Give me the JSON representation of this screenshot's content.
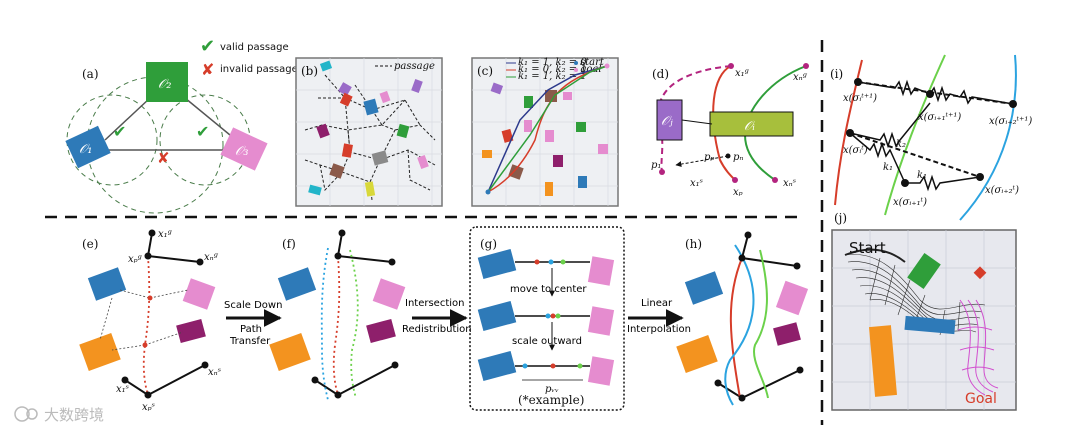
{
  "panels": {
    "a": {
      "label": "(a)",
      "o2": "𝒪₂",
      "o1": "𝒪₁",
      "o3": "𝒪₃",
      "legend_valid": "valid passage",
      "legend_invalid": "invalid passage"
    },
    "b": {
      "label": "(b)",
      "legend": "passage"
    },
    "c": {
      "label": "(c)",
      "legend": [
        "k₁ = 1, k₂ = 0",
        "k₁ = 0, k₂ = 1",
        "k₁ = 1, k₂ = 1",
        "start",
        "goal"
      ]
    },
    "d": {
      "label": "(d)",
      "o_left": "𝒪ⱼ",
      "o_right": "𝒪ᵢ",
      "x1g": "x₁ᵍ",
      "xng": "xₙᵍ",
      "x1s": "x₁ˢ",
      "xns": "xₙˢ",
      "pp": "pₚ",
      "pn": "pₙ",
      "p1": "p₁",
      "xp": "xₚ"
    },
    "e": {
      "label": "(e)",
      "x1g": "x₁ᵍ",
      "xpg": "xₚᵍ",
      "xng": "xₙᵍ",
      "x1s": "x₁ˢ",
      "xps": "xₚˢ",
      "xns": "xₙˢ"
    },
    "f": {
      "label": "(f)"
    },
    "g": {
      "label": "(g)",
      "move": "move to center",
      "scale": "scale outward",
      "pw": "pᵥᵥ",
      "example": "(*example)"
    },
    "h": {
      "label": "(h)"
    },
    "i": {
      "label": "(i)",
      "t1": "x(σᵢᵗ⁺¹)",
      "t2": "x(σᵢ₊₁ᵗ⁺¹)",
      "t3": "x(σᵢ₊₂ᵗ⁺¹)",
      "b1": "x(σᵢᵗ)",
      "b2": "x(σᵢ₊₁ᵗ)",
      "b3": "x(σᵢ₊₂ᵗ)",
      "k1": "k₁",
      "k2": "k₂"
    },
    "j": {
      "label": "(j)",
      "start": "Start",
      "goal": "Goal"
    }
  },
  "arrows": {
    "scale_down": [
      "Scale Down",
      "Path",
      "Transfer"
    ],
    "intersection": [
      "Intersection",
      "Redistribution"
    ],
    "linear": [
      "Linear",
      "Interpolation"
    ]
  },
  "watermark": "大数跨境",
  "colors": {
    "blue": "#2e7ab8",
    "green": "#2f9e3a",
    "pink": "#e58ccf",
    "orange": "#f3931f",
    "purple": "#8e1f6b",
    "red": "#d63d2a",
    "olive": "#a7bf3c"
  }
}
